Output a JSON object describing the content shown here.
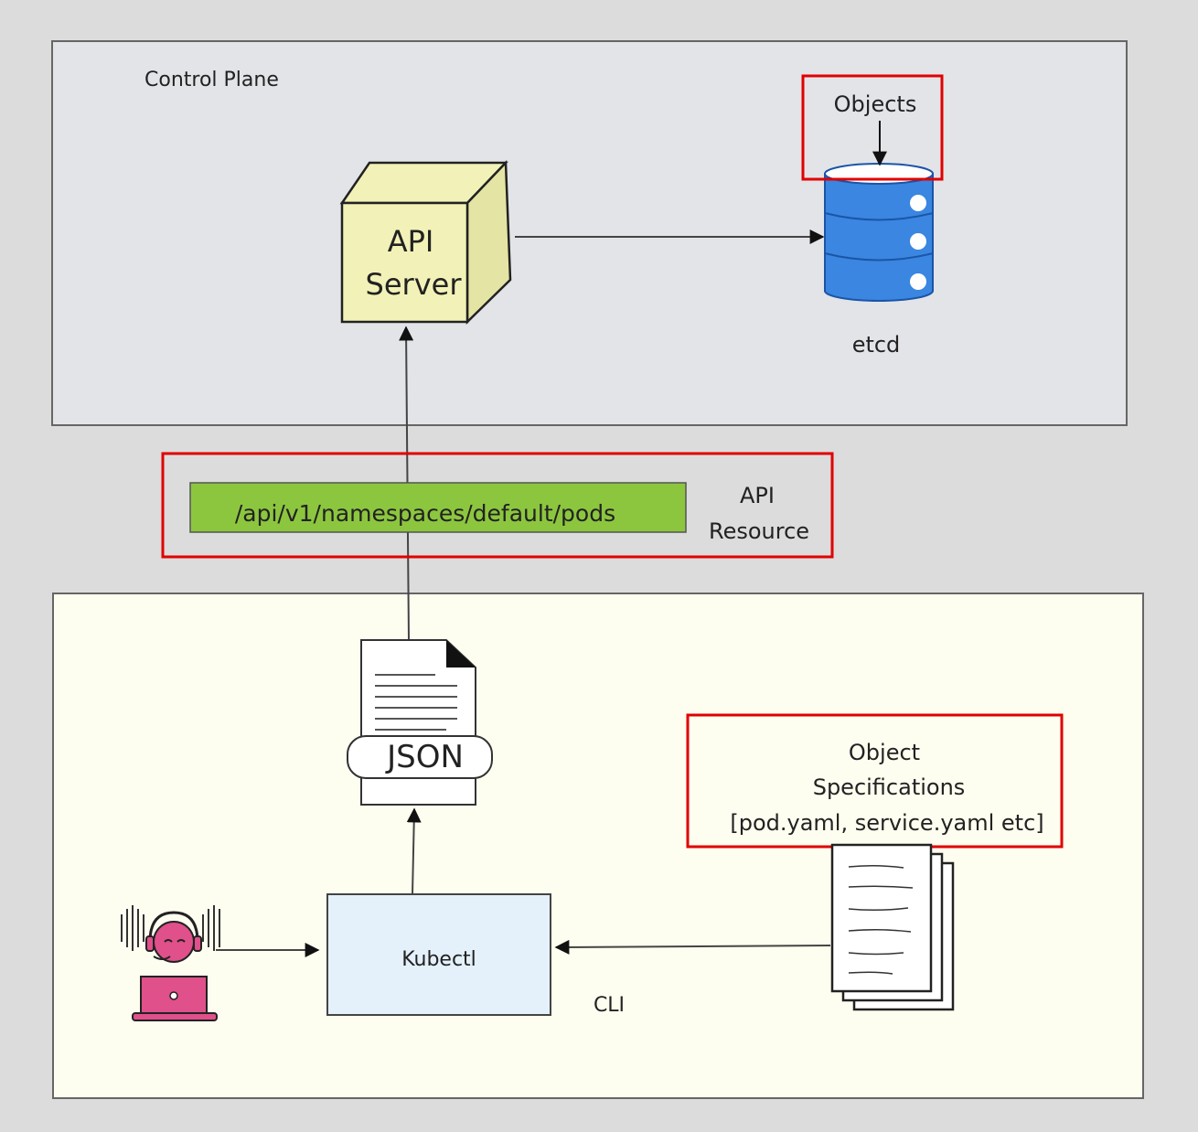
{
  "control_plane": {
    "title": "Control Plane"
  },
  "api_server": {
    "line1": "API",
    "line2": "Server"
  },
  "etcd": {
    "objects_label": "Objects",
    "label": "etcd",
    "color": "#3a86e0"
  },
  "api_resource": {
    "path": "/api/v1/namespaces/default/pods",
    "label_line1": "API",
    "label_line2": "Resource",
    "bar_color": "#8cc63f"
  },
  "json_doc": {
    "label": "JSON"
  },
  "kubectl": {
    "label": "Kubectl",
    "cli_label": "CLI"
  },
  "object_specs": {
    "line1": "Object",
    "line2": "Specifications",
    "line3": "[pod.yaml, service.yaml etc]"
  },
  "colors": {
    "highlight": "#e00000",
    "control_plane_bg": "#e3e4e8",
    "client_bg": "#fefef0",
    "api_server_fill": "#f2f2b8",
    "kubectl_fill": "#e4f1fb",
    "user_pink": "#e0508a"
  }
}
